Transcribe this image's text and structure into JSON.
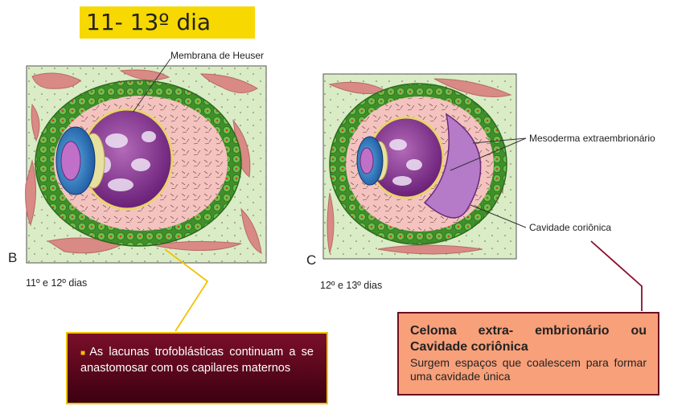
{
  "title": "11- 13º dia",
  "panel_b": {
    "letter": "B",
    "days": "11º e 12º dias",
    "label_heuser": "Membrana de Heuser"
  },
  "panel_c": {
    "letter": "C",
    "days": "12º e 13º dias",
    "label_mesoderm": "Mesoderma extraembrionário",
    "label_cavity": "Cavidade coriônica"
  },
  "note_left": {
    "bullet": "■",
    "text": "As lacunas trofoblásticas continuam a se anastomosar com os capilares maternos"
  },
  "note_right": {
    "heading": "Celoma extra- embrionário ou Cavidade coriônica",
    "text": "Surgem espaços que coalescem para formar uma cavidade única"
  },
  "colors": {
    "title_bg": "#f7d800",
    "note_left_bg": "#5a0a1e",
    "note_right_bg": "#f8a07a",
    "connector_left": "#f2c200",
    "connector_right": "#8b1030"
  }
}
